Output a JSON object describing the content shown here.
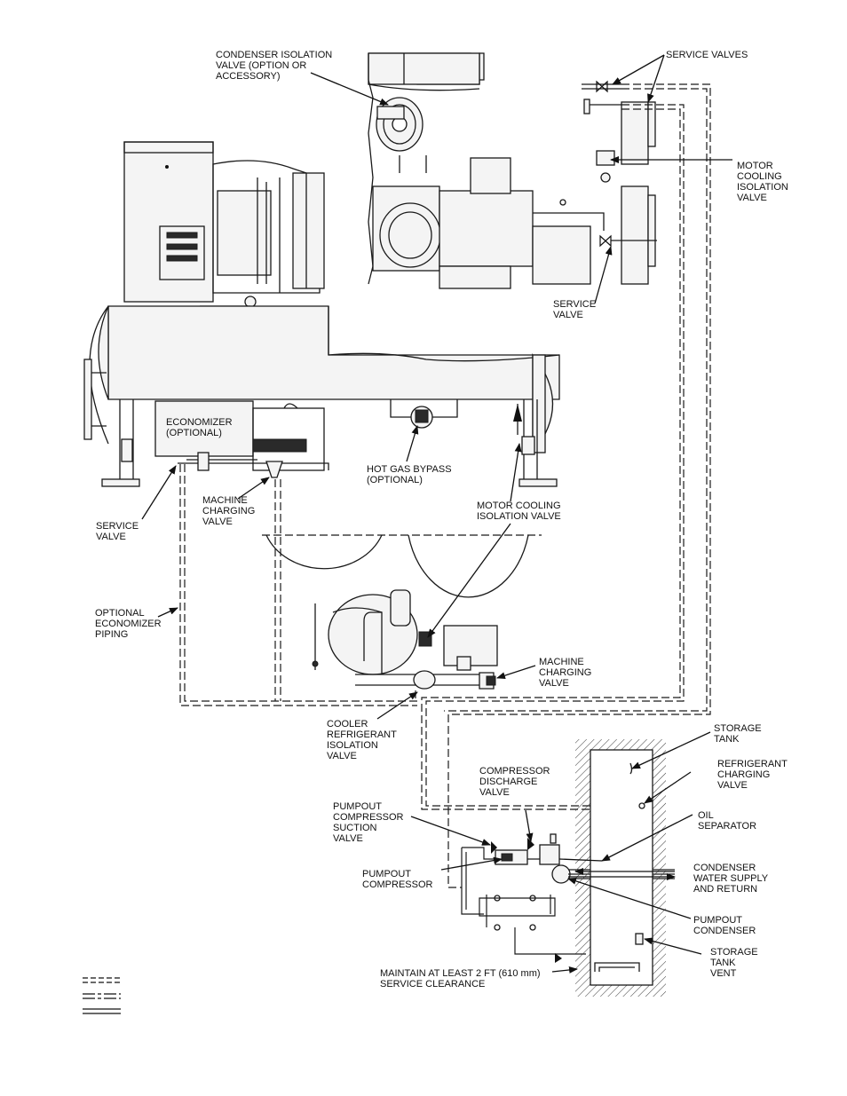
{
  "labels": {
    "condenser_isolation_valve": [
      "CONDENSER ISOLATION",
      "VALVE (OPTION OR",
      "ACCESSORY)"
    ],
    "service_valves": [
      "SERVICE VALVES"
    ],
    "motor_cooling_isolation_valve_top": [
      "MOTOR",
      "COOLING",
      "ISOLATION",
      "VALVE"
    ],
    "service_valve_right": [
      "SERVICE",
      "VALVE"
    ],
    "economizer": [
      "ECONOMIZER",
      "(OPTIONAL)"
    ],
    "hot_gas_bypass": [
      "HOT GAS BYPASS",
      "(OPTIONAL)"
    ],
    "service_valve_left": [
      "SERVICE",
      "VALVE"
    ],
    "machine_charging_valve_left": [
      "MACHINE",
      "CHARGING",
      "VALVE"
    ],
    "motor_cooling_isolation_valve_mid": [
      "MOTOR COOLING",
      "ISOLATION VALVE"
    ],
    "optional_economizer_piping": [
      "OPTIONAL",
      "ECONOMIZER",
      "PIPING"
    ],
    "machine_charging_valve_right": [
      "MACHINE",
      "CHARGING",
      "VALVE"
    ],
    "cooler_refrigerant_isolation_valve": [
      "COOLER",
      "REFRIGERANT",
      "ISOLATION",
      "VALVE"
    ],
    "storage_tank": [
      "STORAGE",
      "TANK"
    ],
    "compressor_discharge_valve": [
      "COMPRESSOR",
      "DISCHARGE",
      "VALVE"
    ],
    "refrigerant_charging_valve": [
      "REFRIGERANT",
      "CHARGING",
      "VALVE"
    ],
    "pumpout_compressor_suction_valve": [
      "PUMPOUT",
      "COMPRESSOR",
      "SUCTION",
      "VALVE"
    ],
    "oil_separator": [
      "OIL",
      "SEPARATOR"
    ],
    "pumpout_compressor": [
      "PUMPOUT",
      "COMPRESSOR"
    ],
    "condenser_water_supply_return": [
      "CONDENSER",
      "WATER SUPPLY",
      "AND RETURN"
    ],
    "pumpout_condenser": [
      "PUMPOUT",
      "CONDENSER"
    ],
    "storage_tank_vent": [
      "STORAGE",
      "TANK",
      "VENT"
    ],
    "service_clearance": [
      "MAINTAIN AT LEAST 2 FT (610 mm)",
      "SERVICE CLEARANCE"
    ]
  }
}
